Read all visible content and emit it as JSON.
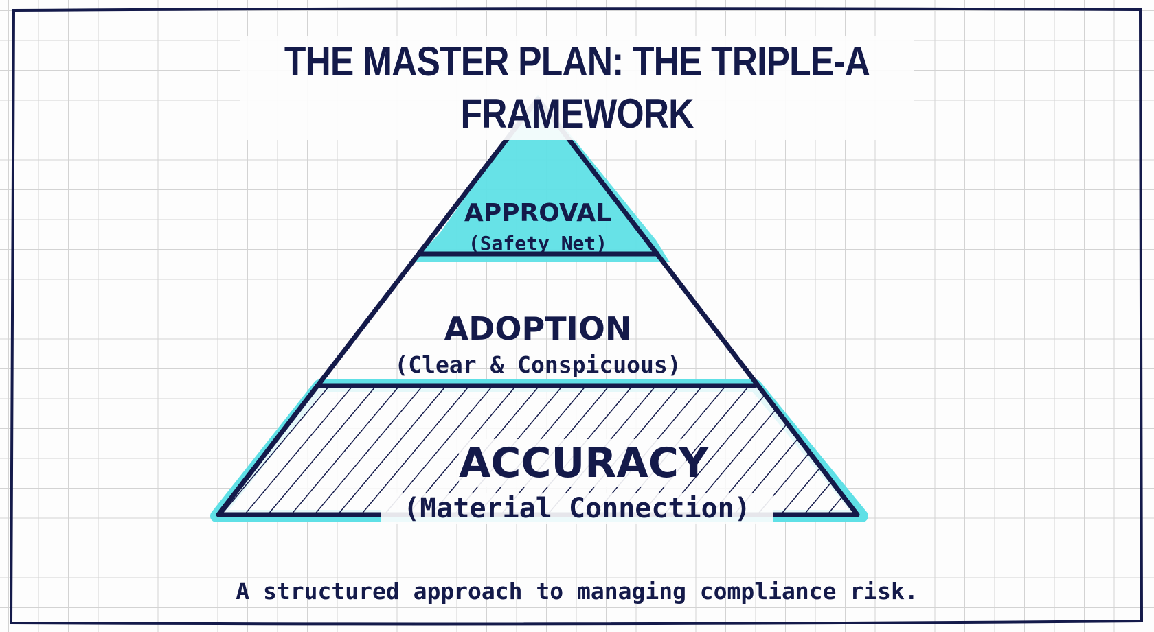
{
  "title": "THE MASTER PLAN: THE TRIPLE-A FRAMEWORK",
  "tiers": [
    {
      "name": "APPROVAL",
      "subtitle": "(Safety Net)"
    },
    {
      "name": "ADOPTION",
      "subtitle": "(Clear & Conspicuous)"
    },
    {
      "name": "ACCURACY",
      "subtitle": "(Material Connection)"
    }
  ],
  "footer": "A structured approach to managing compliance risk.",
  "colors": {
    "ink": "#141a4a",
    "highlight": "#5fe0e6"
  }
}
